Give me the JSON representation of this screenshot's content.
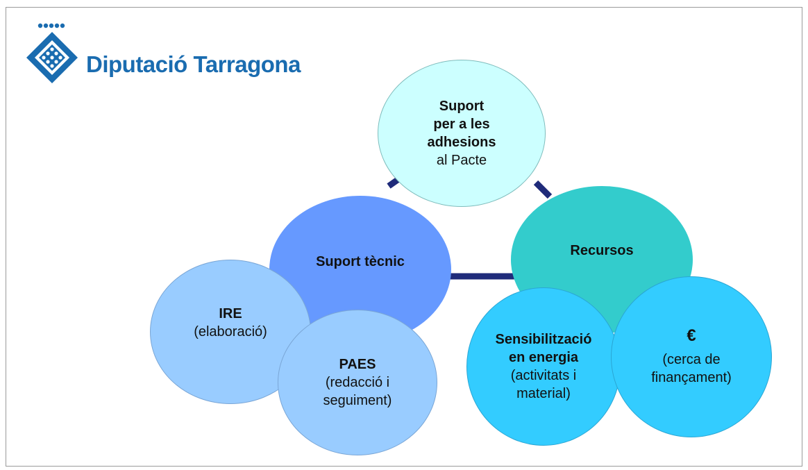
{
  "brand": {
    "name": "Diputació Tarragona",
    "icon": "diputacio-diamond-logo-icon",
    "color": "#1a6cb0"
  },
  "colors": {
    "connector": "#1f2b7a",
    "top": "#ccffff",
    "tecnic": "#6699ff",
    "recursos": "#33cccc",
    "light_blue": "#99ccff",
    "cyan": "#33ccff"
  },
  "nodes": {
    "adhesions": {
      "lines": [
        "Suport",
        "per a les",
        "adhesions",
        "al Pacte"
      ]
    },
    "tecnic": {
      "title": "Suport tècnic"
    },
    "recursos": {
      "title": "Recursos"
    },
    "ire": {
      "title": "IRE",
      "sub": "(elaboració)"
    },
    "paes": {
      "title": "PAES",
      "sub1": "(redacció i",
      "sub2": "seguiment)"
    },
    "sensibilitzacio": {
      "title1": "Sensibilització",
      "title2": "en energia",
      "sub1": "(activitats i",
      "sub2": "material)"
    },
    "financament": {
      "title": "€",
      "sub1": "(cerca de",
      "sub2": "finançament)"
    }
  }
}
